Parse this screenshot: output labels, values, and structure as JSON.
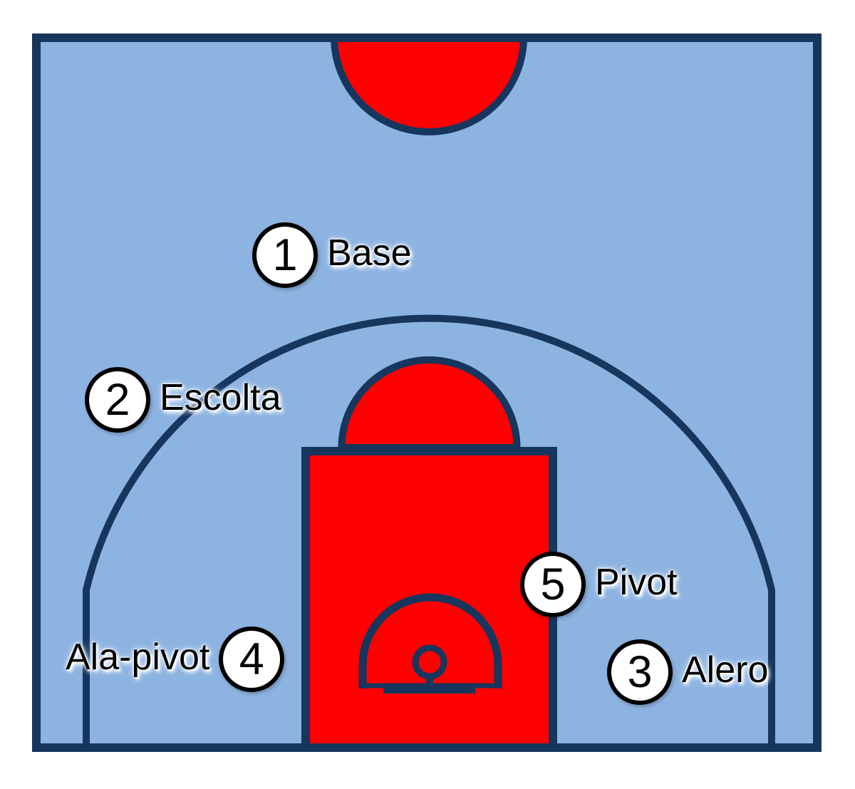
{
  "diagram": {
    "name": "basketball-half-court-positions",
    "positions": [
      {
        "number": "1",
        "label": "Base"
      },
      {
        "number": "2",
        "label": "Escolta"
      },
      {
        "number": "3",
        "label": "Alero"
      },
      {
        "number": "4",
        "label": "Ala-pivot"
      },
      {
        "number": "5",
        "label": "Pivot"
      }
    ]
  },
  "colors": {
    "page-bg": "#FFFFFF",
    "court-fill": "#8DB3E1",
    "line-navy": "#17365D",
    "paint-red": "#FE0000",
    "marker-fill": "#FFFFFF",
    "marker-border": "#000000",
    "text": "#000000"
  }
}
